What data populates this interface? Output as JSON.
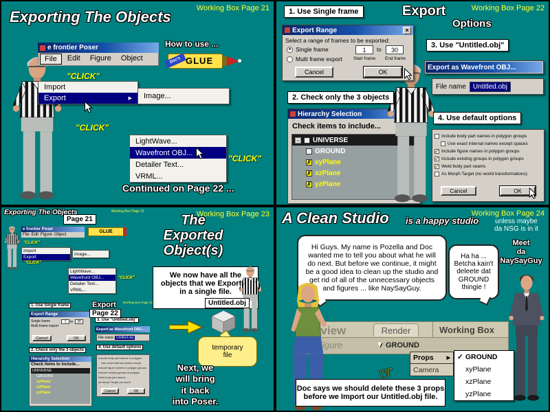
{
  "icons": {
    "submenu_arrow": "▶",
    "close": "×",
    "check": "✓",
    "dropdown_arrow": "▼",
    "pointing_hand": "☞",
    "expander": "-"
  },
  "page21": {
    "page_label": "Working Box Page 21",
    "title": "Exporting The Objects",
    "window_title": "e frontier Poser",
    "menus": {
      "file": "File",
      "edit": "Edit",
      "figure": "Figure",
      "object": "Object"
    },
    "how_to_use": "How to use ...",
    "glue_brand": "Doc's",
    "glue_label": "GLUE",
    "click": "\"CLICK\"",
    "menu_import": "Import",
    "menu_export": "Export",
    "submenu_image": "Image...",
    "submenu_lightwave": "LightWave...",
    "submenu_wavefront": "Wavefront OBJ...",
    "submenu_detailer": "Detailer Text...",
    "submenu_vrml": "VRML...",
    "continued": "Continued on Page 22 ..."
  },
  "page22": {
    "page_label": "Working Box Page 22",
    "title_line1": "Export",
    "title_line2": "Options",
    "step1": "1. Use Single frame",
    "step2": "2. Check only the 3 objects",
    "step3": "3. Use \"Untitled.obj\"",
    "step4": "4. Use default options",
    "export_range": {
      "title": "Export Range",
      "prompt": "Select a range of frames to be exported:",
      "radio_single": "Single frame",
      "radio_multi": "Multi frame export",
      "radio_single_dot": "●",
      "radio_multi_dot": "",
      "start_value": "1",
      "to_label": "to",
      "end_value": "30",
      "start_label": "Start frame",
      "end_label": "End frame",
      "cancel": "Cancel",
      "ok": "OK"
    },
    "export_as_title": "Export as Wavefront OBJ...",
    "file_name_label": "File name",
    "file_name_value": "Untitled.obj",
    "hierarchy": {
      "title": "Hierarchy Selection",
      "prompt": "Check items to include...",
      "universe": "UNIVERSE",
      "ground": "GROUND",
      "xy": "xyPlane",
      "xz": "xzPlane",
      "yz": "yzPlane",
      "universe_check": "",
      "ground_check": "",
      "xy_check": "✗",
      "xz_check": "✗",
      "yz_check": "✗"
    },
    "options": {
      "cb1": "Include body part names in polygon groups",
      "cb2": "Use exact internal names except spaces",
      "cb3": "Include figure names in polygon groups",
      "cb4": "Include existing groups in polygon groups",
      "cb5": "Weld body part seams",
      "cb6": "As Morph Target (no world transformations)",
      "check1": "",
      "check2": "",
      "check3": "✓",
      "check4": "✓",
      "check5": "✓",
      "check6": "",
      "cancel": "Cancel",
      "ok": "OK"
    }
  },
  "page23": {
    "page_label": "Working Box Page 23",
    "ref21": "Page 21",
    "ref22": "Page 22",
    "title": "The\nExported\nObject(s)",
    "body1": "We now have all the objects that we Exported in a single file.",
    "file_label": "Untitled.obj",
    "temp_file": "temporary\nfile",
    "body2": "Next, we\nwill bring\nit back\ninto Poser."
  },
  "page24": {
    "page_label": "Working Box Page 24",
    "title": "A Clean Studio",
    "subtitle": "is a happy studio",
    "note": "unless maybe\nda NSG is in it",
    "speech_pozella": "Hi Guys.  My name is Pozella and Doc wanted me to tell you about what he will do next.  But before we continue, it might be a good idea to clean up the studio and get rid of all of the unnecessary objects and figures ... like NaySayGuy.",
    "speech_nsg": "Ha ha ... Betcha kain't deleete dat GROUND thingie !",
    "meet": "Meet\nda\nNaySayGuy",
    "tab_preview": "Preview",
    "tab_render": "Render",
    "working_box_label": "Working Box",
    "no_figure": "No Figure",
    "ground_selector": "GROUND",
    "menu_props": "Props",
    "menu_camera": "Camera",
    "ground_check": "✓",
    "item_ground": "GROUND",
    "item_xy": "xyPlane",
    "item_xz": "xzPlane",
    "item_yz": "yzPlane",
    "footer": "Doc says we should delete these 3 props\nbefore we Import our Untitled.obj file."
  }
}
